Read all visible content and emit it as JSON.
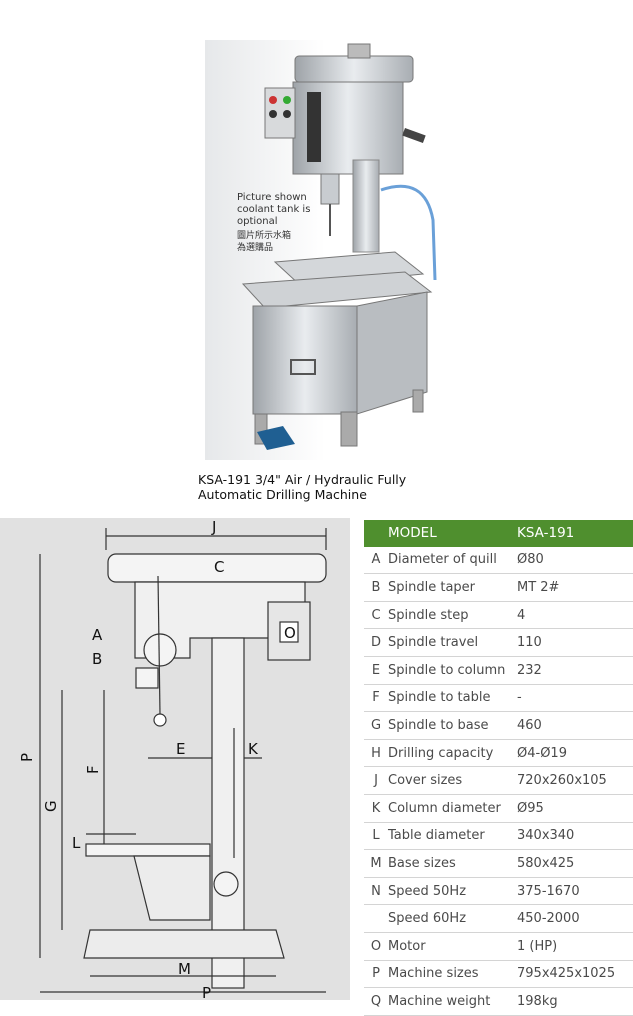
{
  "photo": {
    "note_en": [
      "Picture shown",
      "coolant tank is",
      "optional"
    ],
    "note_zh": [
      "圖片所示水箱",
      "為選購品"
    ]
  },
  "caption": {
    "line1": "KSA-191 3/4\" Air / Hydraulic Fully",
    "line2": "Automatic Drilling Machine"
  },
  "drawing": {
    "labels": [
      "J",
      "C",
      "A",
      "B",
      "O",
      "E",
      "K",
      "F",
      "P",
      "G",
      "L",
      "M",
      "P"
    ]
  },
  "specs": {
    "header": {
      "label": "MODEL",
      "value": "KSA-191"
    },
    "rows": [
      {
        "code": "A",
        "label": "Diameter of quill",
        "value": "Ø80"
      },
      {
        "code": "B",
        "label": "Spindle taper",
        "value": "MT 2#"
      },
      {
        "code": "C",
        "label": "Spindle step",
        "value": "4"
      },
      {
        "code": "D",
        "label": "Spindle travel",
        "value": "110"
      },
      {
        "code": "E",
        "label": "Spindle to column",
        "value": "232"
      },
      {
        "code": "F",
        "label": "Spindle to table",
        "value": "-"
      },
      {
        "code": "G",
        "label": "Spindle to base",
        "value": "460"
      },
      {
        "code": "H",
        "label": "Drilling capacity",
        "value": "Ø4-Ø19"
      },
      {
        "code": "J",
        "label": "Cover sizes",
        "value": "720x260x105"
      },
      {
        "code": "K",
        "label": "Column diameter",
        "value": "Ø95"
      },
      {
        "code": "L",
        "label": "Table diameter",
        "value": "340x340"
      },
      {
        "code": "M",
        "label": "Base sizes",
        "value": "580x425"
      },
      {
        "code": "N",
        "label": "Speed 50Hz",
        "value": "375-1670"
      },
      {
        "code": "",
        "label": "Speed 60Hz",
        "value": "450-2000"
      },
      {
        "code": "O",
        "label": "Motor",
        "value": "1 (HP)"
      },
      {
        "code": "P",
        "label": "Machine sizes",
        "value": "795x425x1025"
      },
      {
        "code": "Q",
        "label": "Machine weight",
        "value": "198kg"
      }
    ]
  },
  "colors": {
    "header_green": "#4f8f2e",
    "panel_gray": "#e1e1e1",
    "text_gray": "#4a4a4a"
  }
}
